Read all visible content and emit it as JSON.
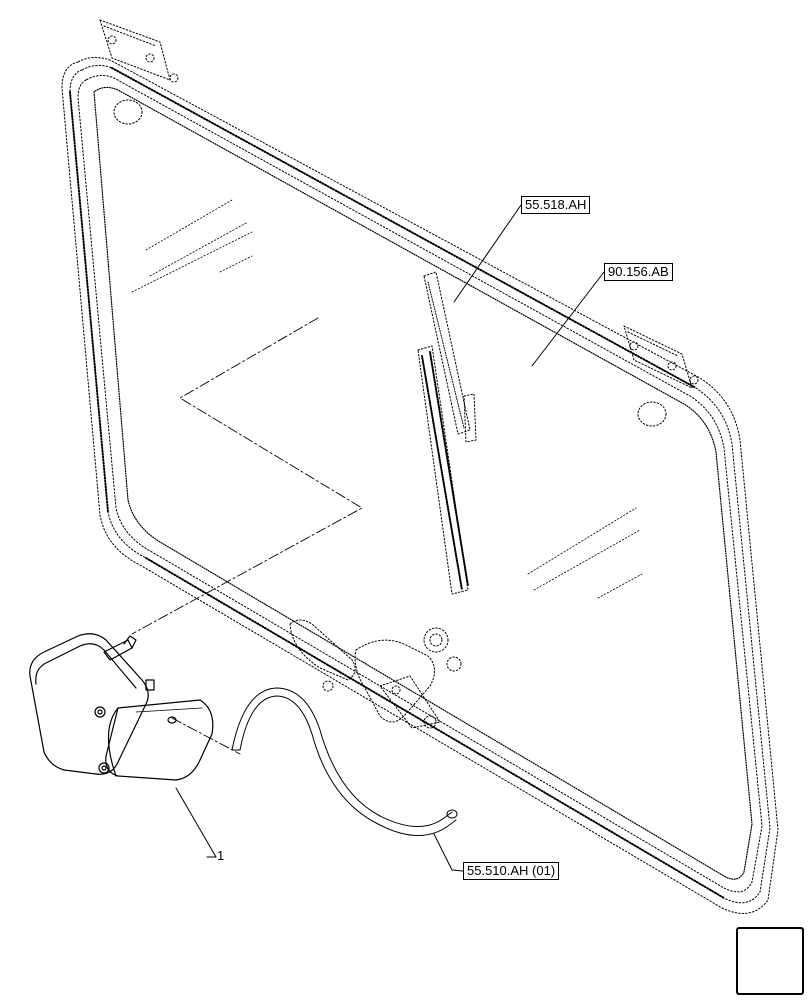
{
  "callouts": {
    "wiper_arm": "55.518.AH",
    "window_glass": "90.156.AB",
    "washer_hose": "55.510.AH (01)",
    "wiper_motor": "1"
  },
  "nav": {
    "icon": "arrow-down-left-icon"
  }
}
